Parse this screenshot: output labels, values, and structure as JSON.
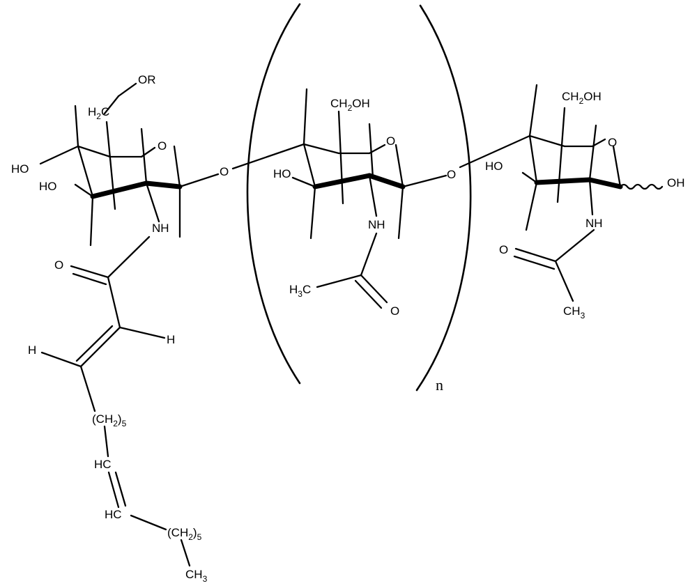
{
  "structure": {
    "repeat_index": "n",
    "labels": {
      "or": "OR",
      "h2c_C": "H",
      "h2c_2": "2",
      "h2c_tail": "C",
      "ho_1": "HO",
      "ho_2": "HO",
      "ho_3": "HO",
      "ho_4": "HO",
      "o_ring1": "O",
      "o_ring2": "O",
      "o_ring3": "O",
      "o_link1": "O",
      "o_link2": "O",
      "oh_anomeric": "OH",
      "ch2oh2_a": "CH",
      "ch2oh2_sub": "2",
      "ch2oh2_b": "OH",
      "ch2oh3_a": "CH",
      "ch2oh3_sub": "2",
      "ch2oh3_b": "OH",
      "nh_1": "NH",
      "nh_2": "NH",
      "nh_3": "NH",
      "o_acyl": "O",
      "h_alpha": "H",
      "h_beta": "H",
      "ch2_5a_a": "(CH",
      "ch2_5a_sub": "2",
      "ch2_5a_b": ")",
      "ch2_5a_n": "5",
      "hc_1": "HC",
      "hc_2": "HC",
      "ch2_5b_a": "(CH",
      "ch2_5b_sub": "2",
      "ch2_5b_b": ")",
      "ch2_5b_n": "5",
      "ch3_end_a": "CH",
      "ch3_end_sub": "3",
      "h3c_a": "H",
      "h3c_sub": "3",
      "h3c_b": "C",
      "o_ac2": "O",
      "o_ac3": "O",
      "ch3_ac3_a": "CH",
      "ch3_ac3_sub": "3"
    }
  }
}
